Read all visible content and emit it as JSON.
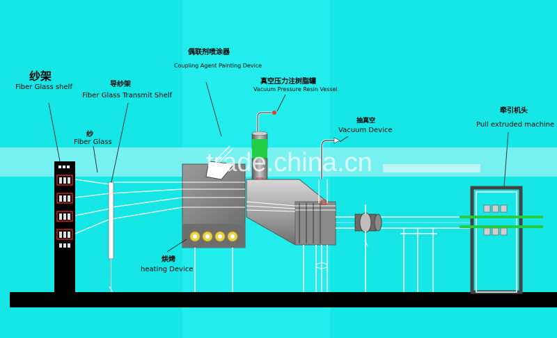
{
  "labels": {
    "creel_cn": "纱架",
    "creel_en": "Fiber Glass shelf",
    "guide_cn": "导纱架",
    "guide_en": "Fiber Glass Transmit Shelf",
    "yarn_cn": "纱",
    "yarn_en": "Fiber Glass",
    "coupling_cn": "偶联剂喷涂器",
    "coupling_en": "Coupling Agent Painting Device",
    "vessel_cn": "真空压力注树脂罐",
    "vessel_en": "Vacuum Pressure Resin Vessel",
    "vacuum_cn": "抽真空",
    "vacuum_en": "Vacuum Device",
    "puller_cn": "牵引机头",
    "puller_en": "Pull extruded machine",
    "heating_cn": "烘烤",
    "heating_en": "heating Device"
  },
  "watermark": "trade.china.cn",
  "colors": {
    "background": "#16e6e6",
    "band": "#8ff3f3",
    "floor": "#000000",
    "machine": "#808080",
    "glass_green": "#22cc44",
    "heater_yellow": "#e8d24a",
    "red_mark": "#ff2020"
  }
}
